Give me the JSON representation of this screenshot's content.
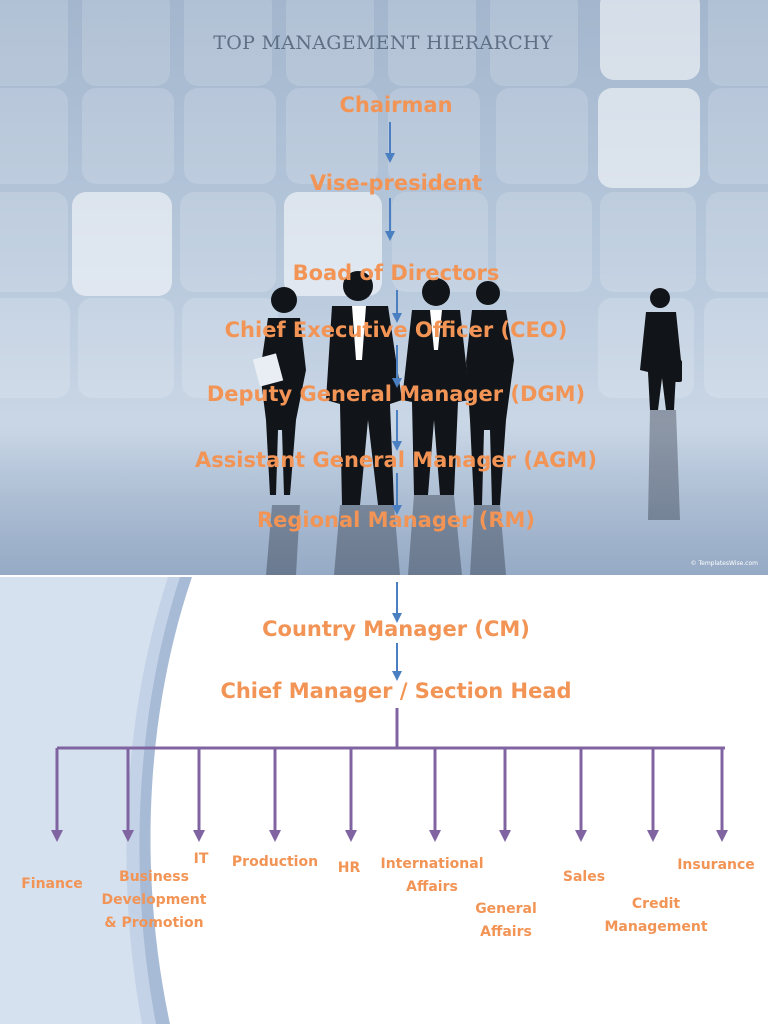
{
  "title": "TOP MANAGEMENT HIERARCHY",
  "hierarchy": [
    "Chairman",
    "Vise-president",
    "Boad of Directors",
    "Chief Executive Officer (CEO)",
    "Deputy General Manager (DGM)",
    "Assistant General Manager (AGM)",
    "Regional  Manager (RM)",
    "Country Manager (CM)",
    "Chief Manager / Section Head"
  ],
  "departments": [
    "Finance",
    "Business\nDevelopment\n& Promotion",
    "IT",
    "Production",
    "HR",
    "International\nAffairs",
    "General\nAffairs",
    "Sales",
    "Credit\nManagement",
    "Insurance"
  ],
  "image_credit": "© TemplatesWise.com",
  "colors": {
    "node_text": "#f29455",
    "arrow_blue": "#4a7fc1",
    "branch_purple": "#8064a2",
    "title": "#5f6f84"
  }
}
